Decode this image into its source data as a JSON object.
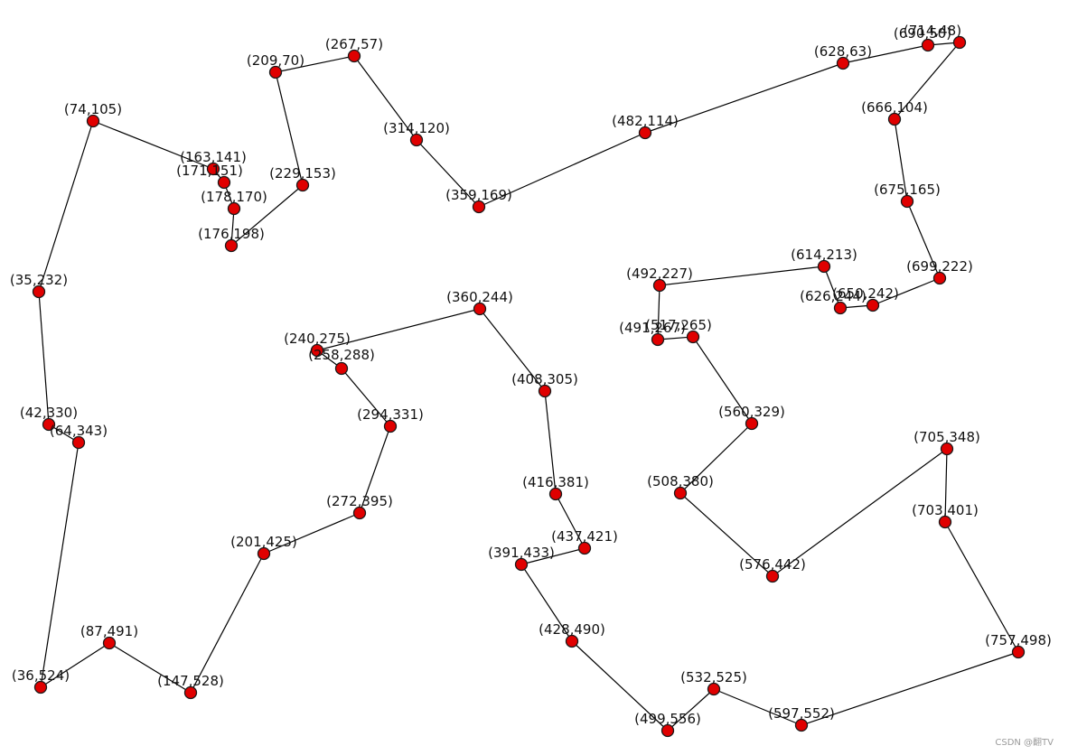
{
  "diagram": {
    "cities": [
      {
        "id": "c74_105",
        "label": "(74,105)"
      },
      {
        "id": "c163_141",
        "label": "(163,141)"
      },
      {
        "id": "c171_151",
        "label": "(171,151)"
      },
      {
        "id": "c178_170",
        "label": "(178,170)"
      },
      {
        "id": "c176_198",
        "label": "(176,198)"
      },
      {
        "id": "c229_153",
        "label": "(229,153)"
      },
      {
        "id": "c209_70",
        "label": "(209,70)"
      },
      {
        "id": "c267_57",
        "label": "(267,57)"
      },
      {
        "id": "c314_120",
        "label": "(314,120)"
      },
      {
        "id": "c359_169",
        "label": "(359,169)"
      },
      {
        "id": "c482_114",
        "label": "(482,114)"
      },
      {
        "id": "c628_63",
        "label": "(628,63)"
      },
      {
        "id": "c690_50",
        "label": "(690,50)"
      },
      {
        "id": "c714_48",
        "label": "(714,48)"
      },
      {
        "id": "c666_104",
        "label": "(666,104)"
      },
      {
        "id": "c675_165",
        "label": "(675,165)"
      },
      {
        "id": "c699_222",
        "label": "(699,222)"
      },
      {
        "id": "c650_242",
        "label": "(650,242)"
      },
      {
        "id": "c626_244",
        "label": "(626,244)"
      },
      {
        "id": "c614_213",
        "label": "(614,213)"
      },
      {
        "id": "c492_227",
        "label": "(492,227)"
      },
      {
        "id": "c491_267",
        "label": "(491,267)"
      },
      {
        "id": "c517_265",
        "label": "(517,265)"
      },
      {
        "id": "c560_329",
        "label": "(560,329)"
      },
      {
        "id": "c508_380",
        "label": "(508,380)"
      },
      {
        "id": "c576_442",
        "label": "(576,442)"
      },
      {
        "id": "c705_348",
        "label": "(705,348)"
      },
      {
        "id": "c703_401",
        "label": "(703,401)"
      },
      {
        "id": "c757_498",
        "label": "(757,498)"
      },
      {
        "id": "c597_552",
        "label": "(597,552)"
      },
      {
        "id": "c532_525",
        "label": "(532,525)"
      },
      {
        "id": "c499_556",
        "label": "(499,556)"
      },
      {
        "id": "c428_490",
        "label": "(428,490)"
      },
      {
        "id": "c391_433",
        "label": "(391,433)"
      },
      {
        "id": "c437_421",
        "label": "(437,421)"
      },
      {
        "id": "c416_381",
        "label": "(416,381)"
      },
      {
        "id": "c408_305",
        "label": "(408,305)"
      },
      {
        "id": "c360_244",
        "label": "(360,244)"
      },
      {
        "id": "c240_275",
        "label": "(240,275)"
      },
      {
        "id": "c258_288",
        "label": "(258,288)"
      },
      {
        "id": "c294_331",
        "label": "(294,331)"
      },
      {
        "id": "c272_395",
        "label": "(272,395)"
      },
      {
        "id": "c201_425",
        "label": "(201,425)"
      },
      {
        "id": "c147_528",
        "label": "(147,528)"
      },
      {
        "id": "c87_491",
        "label": "(87,491)"
      },
      {
        "id": "c36_524",
        "label": "(36,524)"
      },
      {
        "id": "c64_343",
        "label": "(64,343)"
      },
      {
        "id": "c42_330",
        "label": "(42,330)"
      },
      {
        "id": "c35_232",
        "label": "(35,232)"
      }
    ],
    "point_color": "#e00000",
    "edge_color": "#000000"
  },
  "watermark": "CSDN @翻TV"
}
